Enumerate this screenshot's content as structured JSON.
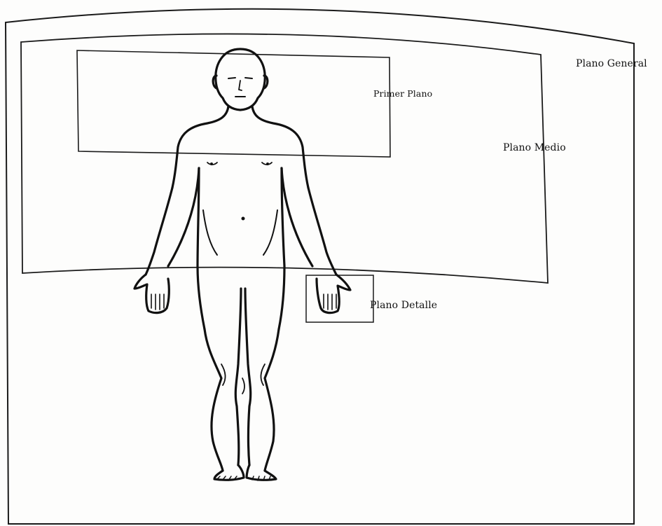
{
  "labels": {
    "plano_general": "Plano General",
    "plano_medio": "Plano Medio",
    "primer_plano": "Primer Plano",
    "plano_detalle": "Plano Detalle"
  },
  "colors": {
    "ink": "#111111",
    "paper": "#fdfdfc"
  }
}
